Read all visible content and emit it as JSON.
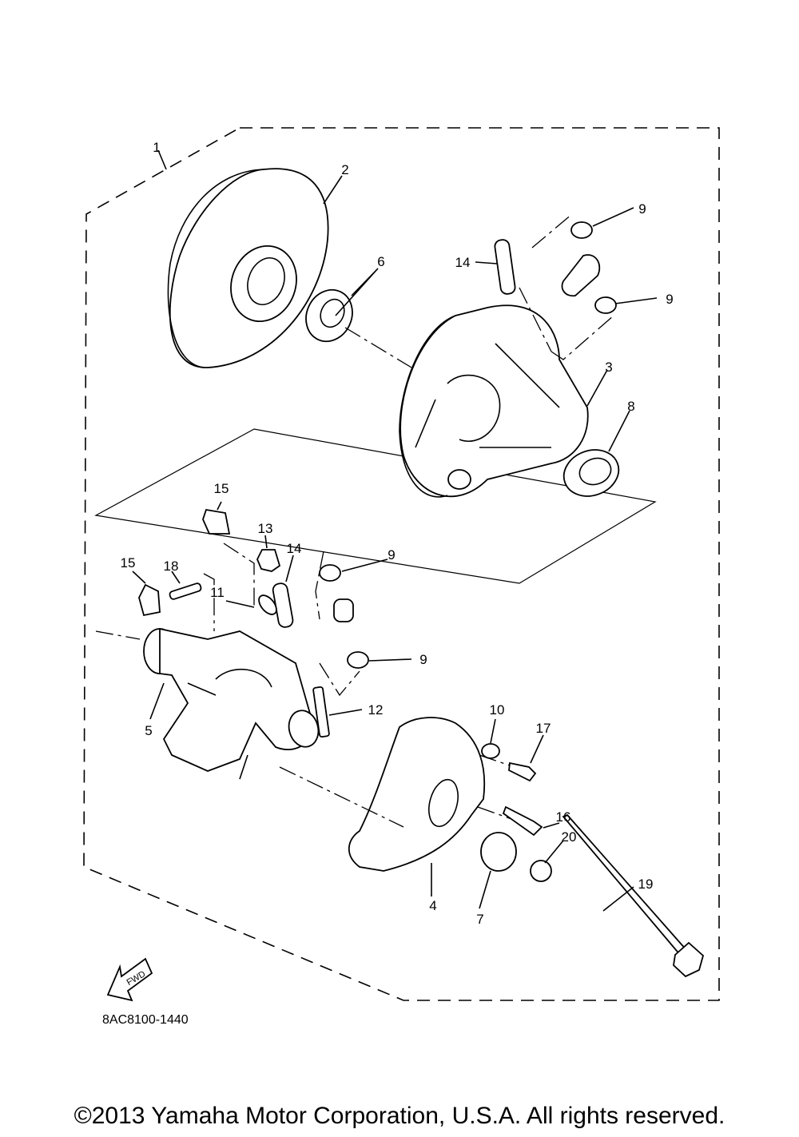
{
  "diagram_code": "8AC8100-1440",
  "copyright": "©2013 Yamaha Motor Corporation, U.S.A. All rights reserved.",
  "fwd_label": "FWD",
  "callouts": {
    "c1": "1",
    "c2": "2",
    "c3": "3",
    "c4": "4",
    "c5": "5",
    "c6": "6",
    "c7": "7",
    "c8": "8",
    "c9a": "9",
    "c9b": "9",
    "c9c": "9",
    "c9d": "9",
    "c10": "10",
    "c11": "11",
    "c12": "12",
    "c13": "13",
    "c14a": "14",
    "c14b": "14",
    "c15a": "15",
    "c15b": "15",
    "c16": "16",
    "c17": "17",
    "c18": "18",
    "c19": "19",
    "c20": "20"
  }
}
